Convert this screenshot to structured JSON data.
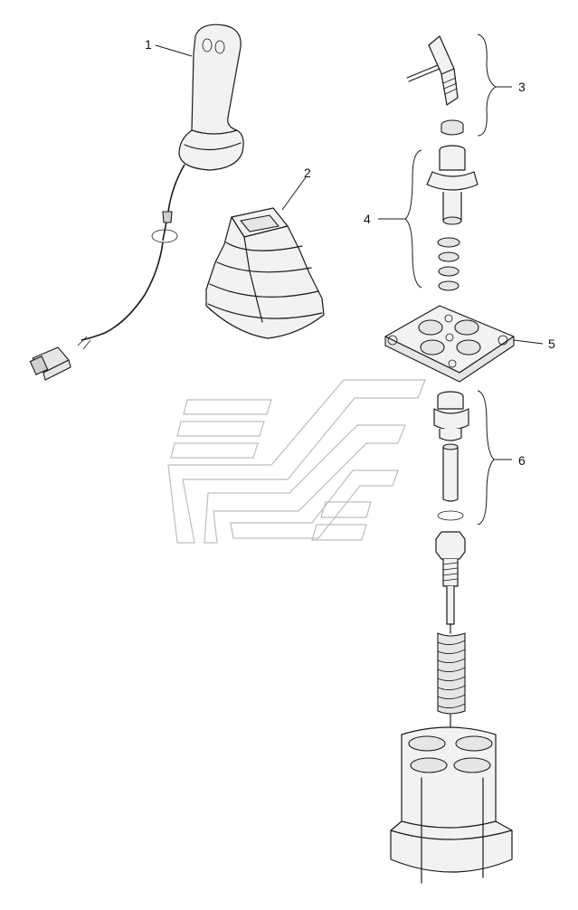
{
  "diagram": {
    "callouts": [
      {
        "id": "1",
        "label": "1"
      },
      {
        "id": "2",
        "label": "2"
      },
      {
        "id": "3",
        "label": "3"
      },
      {
        "id": "4",
        "label": "4"
      },
      {
        "id": "5",
        "label": "5"
      },
      {
        "id": "6",
        "label": "6"
      }
    ],
    "parts": [
      {
        "callout": "1",
        "icon": "joystick-handle-with-cable-icon"
      },
      {
        "callout": "2",
        "icon": "rubber-boot-icon"
      },
      {
        "callout": "3",
        "icon": "lever-pin-icon"
      },
      {
        "callout": "4",
        "icon": "plunger-guide-icon"
      },
      {
        "callout": "5",
        "icon": "mounting-plate-icon"
      },
      {
        "callout": "6",
        "icon": "spool-seal-icon"
      }
    ],
    "colors": {
      "line": "#1a1a1a",
      "fill": "#f2f2f2",
      "watermark": "#bdbdbd"
    }
  }
}
